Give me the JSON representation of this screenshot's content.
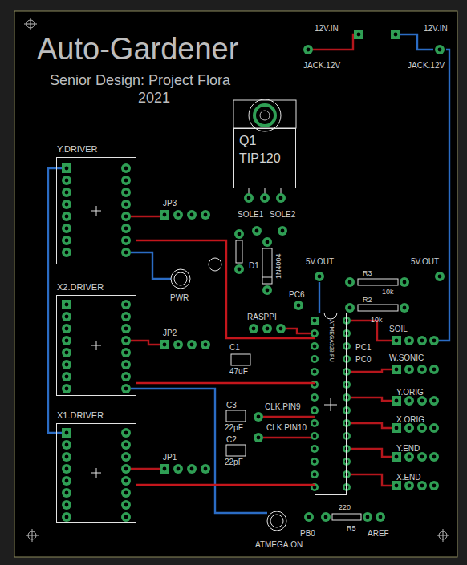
{
  "diagram": {
    "title": "Auto-Gardener",
    "nodes": [
      {
        "text": [
          "Q1",
          "TIP120"
        ]
      },
      {
        "text": [
          "Y.DRIVER"
        ]
      },
      {
        "text": [
          "X2.DRIVER"
        ]
      },
      {
        "text": [
          "ATMEGA328-PU"
        ]
      },
      {
        "text": [
          "X1.DRIVER"
        ]
      }
    ],
    "edges": [
      {
        "from": 1,
        "to": 3,
        "arrow": "none"
      },
      {
        "from": 2,
        "to": 3,
        "arrow": "none"
      },
      {
        "from": 4,
        "to": 3,
        "arrow": "none"
      }
    ],
    "labels": [
      "Senior Design: Project Flora",
      "2021",
      "12V.IN",
      "12V.IN",
      "JACK.12V",
      "JACK.12V",
      "JP3",
      "JP2",
      "JP1",
      "SOLE1",
      "SOLE2",
      "D1",
      "1N4004",
      "PWR",
      "5V.OUT",
      "5V.OUT",
      "R3",
      "10k",
      "R2",
      "10k",
      "PC6",
      "RASPPI",
      "SOIL",
      "W.SONIC",
      "PC1",
      "PC0",
      "C1",
      "47uF",
      "C3",
      "22pF",
      "C2",
      "22pF",
      "CLK.PIN9",
      "CLK.PIN10",
      "Y.ORIG",
      "X.ORIG",
      "Y.END",
      "X.END",
      "PB0",
      "220",
      "R5",
      "AREF",
      "ATMEGA.ON"
    ]
  }
}
